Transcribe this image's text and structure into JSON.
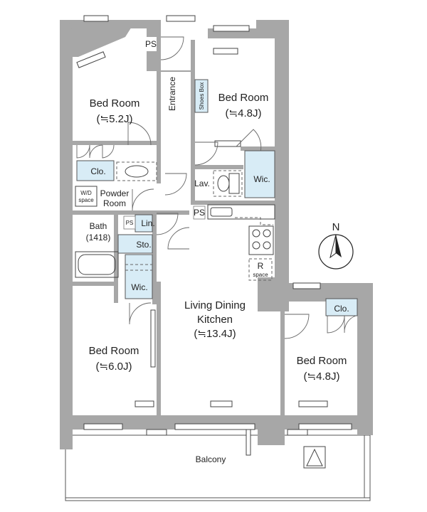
{
  "rooms": {
    "bed_nw": {
      "name": "Bed Room",
      "size": "(≒5.2J)"
    },
    "bed_ne": {
      "name": "Bed Room",
      "size": "(≒4.8J)"
    },
    "bed_sw": {
      "name": "Bed Room",
      "size": "(≒6.0J)"
    },
    "bed_se": {
      "name": "Bed Room",
      "size": "(≒4.8J)"
    },
    "ldk": {
      "line1": "Living Dining",
      "line2": "Kitchen",
      "size": "(≒13.4J)"
    },
    "powder": {
      "line1": "Powder",
      "line2": "Room"
    },
    "bath": {
      "line1": "Bath",
      "line2": "(1418)"
    },
    "balcony": "Balcony"
  },
  "fixtures": {
    "entrance": "Entrance",
    "shoes_box": "Shoes Box",
    "ps_top": "PS",
    "ps_mid": "PS",
    "ps_bath": "PS",
    "clo_nw": "Clo.",
    "clo_se": "Clo.",
    "wic_ne": "Wic.",
    "wic_sw": "Wic.",
    "lav": "Lav.",
    "lin": "Lin.",
    "sto": "Sto.",
    "wd_line1": "W/D",
    "wd_line2": "space",
    "r_line1": "R",
    "r_line2": "space"
  },
  "compass": {
    "label": "N"
  }
}
